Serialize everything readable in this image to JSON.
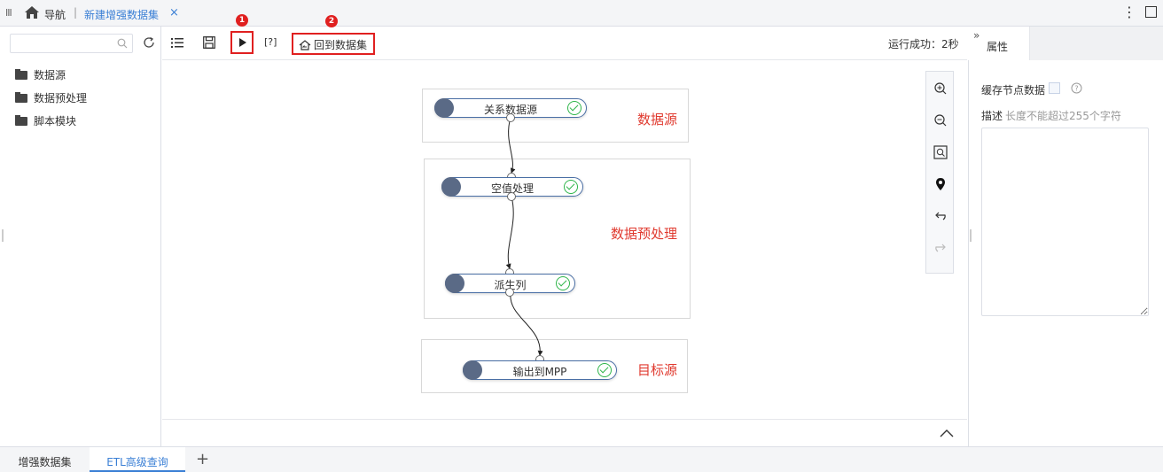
{
  "topbar": {
    "menu_glyph": "III",
    "nav_label": "导航",
    "separator": "|",
    "active_tab": "新建增强数据集",
    "close_glyph": "×",
    "more_glyph": "⋮"
  },
  "left_panel": {
    "search_placeholder": "",
    "tree": [
      {
        "label": "数据源"
      },
      {
        "label": "数据预处理"
      },
      {
        "label": "脚本模块"
      }
    ]
  },
  "toolbar": {
    "help_label": "[?]",
    "back_label": "回到数据集",
    "badge_1": "1",
    "badge_2": "2",
    "status": "运行成功：2秒"
  },
  "canvas": {
    "groups": [
      {
        "label": "数据源"
      },
      {
        "label": "数据预处理"
      },
      {
        "label": "目标源"
      }
    ],
    "nodes": [
      {
        "label": "关系数据源",
        "status": "success"
      },
      {
        "label": "空值处理",
        "status": "success"
      },
      {
        "label": "派生列",
        "status": "success"
      },
      {
        "label": "输出到MPP",
        "status": "success"
      }
    ]
  },
  "right_panel": {
    "tab_label": "属性",
    "collapse_glyph": "»",
    "cache_label": "缓存节点数据",
    "desc_label": "描述",
    "desc_hint": "长度不能超过255个字符",
    "desc_value": ""
  },
  "bottom_tabs": {
    "tabs": [
      {
        "label": "增强数据集",
        "active": false
      },
      {
        "label": "ETL高级查询",
        "active": true
      }
    ],
    "add_glyph": "+"
  },
  "colors": {
    "accent": "#3a7fd5",
    "highlight": "#e02020",
    "group_label": "#e03a2f",
    "success": "#2fb54a",
    "node_icon": "#5a6a86"
  },
  "icons": [
    "home-icon",
    "search-icon",
    "refresh-icon",
    "list-icon",
    "save-icon",
    "run-icon",
    "back-to-dataset-icon",
    "zoom-in-icon",
    "zoom-out-icon",
    "fit-view-icon",
    "locate-icon",
    "undo-icon",
    "redo-icon",
    "collapse-up-icon",
    "help-icon",
    "folder-icon",
    "check-icon"
  ]
}
